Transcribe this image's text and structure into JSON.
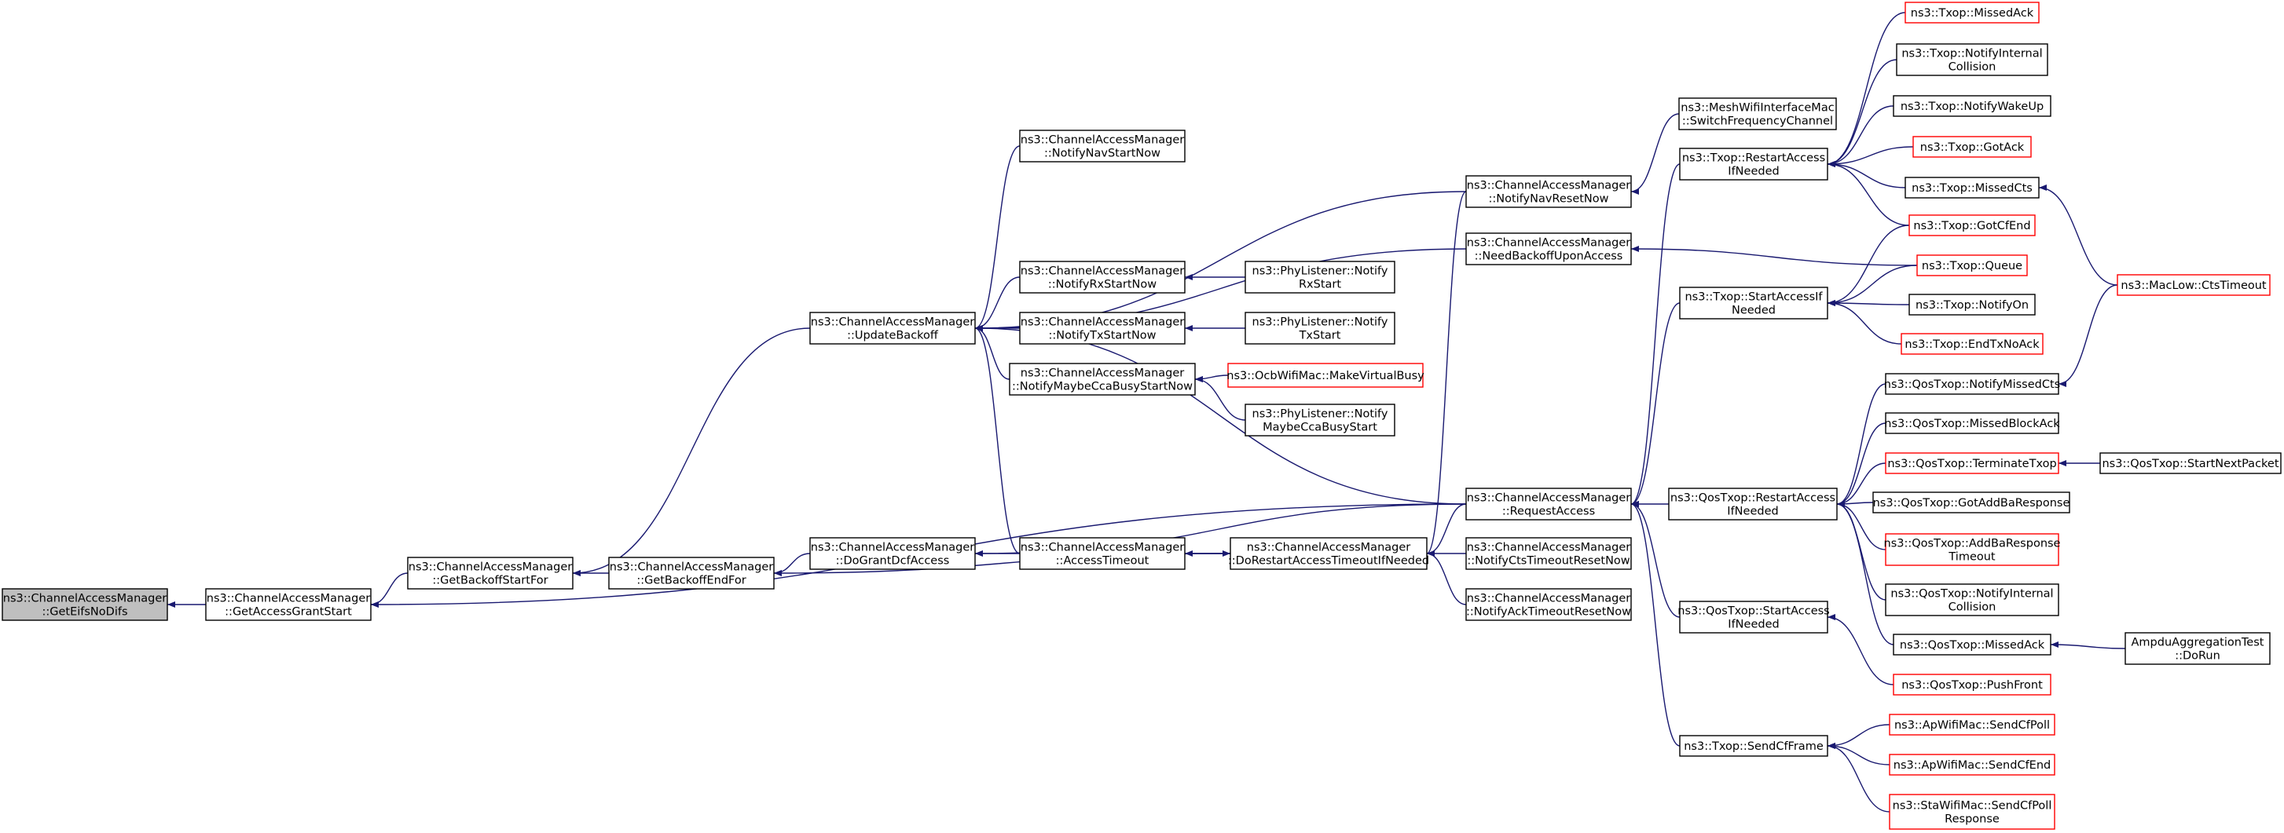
{
  "colors": {
    "edge": "#191970",
    "node_border": "#000000",
    "truncated_border": "#ff0000",
    "root_fill": "#bfbfbf",
    "background": "#ffffff"
  },
  "nodes": [
    {
      "id": "getEifs",
      "lines": [
        "ns3::ChannelAccessManager",
        "::GetEifsNoDifs"
      ],
      "style": "root"
    },
    {
      "id": "getAccessGrantStart",
      "lines": [
        "ns3::ChannelAccessManager",
        "::GetAccessGrantStart"
      ],
      "style": "normal"
    },
    {
      "id": "getBackoffStartFor",
      "lines": [
        "ns3::ChannelAccessManager",
        "::GetBackoffStartFor"
      ],
      "style": "normal"
    },
    {
      "id": "getBackoffEndFor",
      "lines": [
        "ns3::ChannelAccessManager",
        "::GetBackoffEndFor"
      ],
      "style": "normal"
    },
    {
      "id": "updateBackoff",
      "lines": [
        "ns3::ChannelAccessManager",
        "::UpdateBackoff"
      ],
      "style": "normal"
    },
    {
      "id": "doGrantDcfAccess",
      "lines": [
        "ns3::ChannelAccessManager",
        "::DoGrantDcfAccess"
      ],
      "style": "normal"
    },
    {
      "id": "notifyNavStartNow",
      "lines": [
        "ns3::ChannelAccessManager",
        "::NotifyNavStartNow"
      ],
      "style": "normal"
    },
    {
      "id": "notifyRxStartNow",
      "lines": [
        "ns3::ChannelAccessManager",
        "::NotifyRxStartNow"
      ],
      "style": "normal"
    },
    {
      "id": "notifyTxStartNow",
      "lines": [
        "ns3::ChannelAccessManager",
        "::NotifyTxStartNow"
      ],
      "style": "normal"
    },
    {
      "id": "notifyMaybeCcaBusy",
      "lines": [
        "ns3::ChannelAccessManager",
        "::NotifyMaybeCcaBusyStartNow"
      ],
      "style": "normal"
    },
    {
      "id": "accessTimeout",
      "lines": [
        "ns3::ChannelAccessManager",
        "::AccessTimeout"
      ],
      "style": "normal"
    },
    {
      "id": "phyRxStart",
      "lines": [
        "ns3::PhyListener::Notify",
        "RxStart"
      ],
      "style": "normal"
    },
    {
      "id": "phyTxStart",
      "lines": [
        "ns3::PhyListener::Notify",
        "TxStart"
      ],
      "style": "normal"
    },
    {
      "id": "ocbMakeVirtualBusy",
      "lines": [
        "ns3::OcbWifiMac::MakeVirtualBusy"
      ],
      "style": "red"
    },
    {
      "id": "phyMaybeCcaBusyStart",
      "lines": [
        "ns3::PhyListener::Notify",
        "MaybeCcaBusyStart"
      ],
      "style": "normal"
    },
    {
      "id": "doRestartAccessTimeout",
      "lines": [
        "ns3::ChannelAccessManager",
        "::DoRestartAccessTimeoutIfNeeded"
      ],
      "style": "normal"
    },
    {
      "id": "notifyNavResetNow",
      "lines": [
        "ns3::ChannelAccessManager",
        "::NotifyNavResetNow"
      ],
      "style": "normal"
    },
    {
      "id": "needBackoffUponAccess",
      "lines": [
        "ns3::ChannelAccessManager",
        "::NeedBackoffUponAccess"
      ],
      "style": "normal"
    },
    {
      "id": "requestAccess",
      "lines": [
        "ns3::ChannelAccessManager",
        "::RequestAccess"
      ],
      "style": "normal"
    },
    {
      "id": "notifyCtsTimeoutResetNow",
      "lines": [
        "ns3::ChannelAccessManager",
        "::NotifyCtsTimeoutResetNow"
      ],
      "style": "normal"
    },
    {
      "id": "notifyAckTimeoutResetNow",
      "lines": [
        "ns3::ChannelAccessManager",
        "::NotifyAckTimeoutResetNow"
      ],
      "style": "normal"
    },
    {
      "id": "meshSwitchFreq",
      "lines": [
        "ns3::MeshWifiInterfaceMac",
        "::SwitchFrequencyChannel"
      ],
      "style": "normal"
    },
    {
      "id": "txopRestartAccess",
      "lines": [
        "ns3::Txop::RestartAccess",
        "IfNeeded"
      ],
      "style": "normal"
    },
    {
      "id": "txopStartAccess",
      "lines": [
        "ns3::Txop::StartAccessIf",
        "Needed"
      ],
      "style": "normal"
    },
    {
      "id": "qosRestartAccess",
      "lines": [
        "ns3::QosTxop::RestartAccess",
        "IfNeeded"
      ],
      "style": "normal"
    },
    {
      "id": "qosStartAccess",
      "lines": [
        "ns3::QosTxop::StartAccess",
        "IfNeeded"
      ],
      "style": "normal"
    },
    {
      "id": "txopSendCfFrame",
      "lines": [
        "ns3::Txop::SendCfFrame"
      ],
      "style": "normal"
    },
    {
      "id": "txopMissedAck",
      "lines": [
        "ns3::Txop::MissedAck"
      ],
      "style": "red"
    },
    {
      "id": "txopNotifyInternalCollision",
      "lines": [
        "ns3::Txop::NotifyInternal",
        "Collision"
      ],
      "style": "normal"
    },
    {
      "id": "txopNotifyWakeUp",
      "lines": [
        "ns3::Txop::NotifyWakeUp"
      ],
      "style": "normal"
    },
    {
      "id": "txopGotAck",
      "lines": [
        "ns3::Txop::GotAck"
      ],
      "style": "red"
    },
    {
      "id": "txopMissedCts",
      "lines": [
        "ns3::Txop::MissedCts"
      ],
      "style": "normal"
    },
    {
      "id": "txopGotCfEnd",
      "lines": [
        "ns3::Txop::GotCfEnd"
      ],
      "style": "red"
    },
    {
      "id": "txopQueue",
      "lines": [
        "ns3::Txop::Queue"
      ],
      "style": "red"
    },
    {
      "id": "txopNotifyOn",
      "lines": [
        "ns3::Txop::NotifyOn"
      ],
      "style": "normal"
    },
    {
      "id": "txopEndTxNoAck",
      "lines": [
        "ns3::Txop::EndTxNoAck"
      ],
      "style": "red"
    },
    {
      "id": "qosNotifyMissedCts",
      "lines": [
        "ns3::QosTxop::NotifyMissedCts"
      ],
      "style": "normal"
    },
    {
      "id": "qosMissedBlockAck",
      "lines": [
        "ns3::QosTxop::MissedBlockAck"
      ],
      "style": "normal"
    },
    {
      "id": "qosTerminateTxop",
      "lines": [
        "ns3::QosTxop::TerminateTxop"
      ],
      "style": "red"
    },
    {
      "id": "qosGotAddBaResponse",
      "lines": [
        "ns3::QosTxop::GotAddBaResponse"
      ],
      "style": "normal"
    },
    {
      "id": "qosAddBaResponseTimeout",
      "lines": [
        "ns3::QosTxop::AddBaResponse",
        "Timeout"
      ],
      "style": "red"
    },
    {
      "id": "qosNotifyInternalCollision",
      "lines": [
        "ns3::QosTxop::NotifyInternal",
        "Collision"
      ],
      "style": "normal"
    },
    {
      "id": "qosMissedAck",
      "lines": [
        "ns3::QosTxop::MissedAck"
      ],
      "style": "normal"
    },
    {
      "id": "qosPushFront",
      "lines": [
        "ns3::QosTxop::PushFront"
      ],
      "style": "red"
    },
    {
      "id": "apSendCfPoll",
      "lines": [
        "ns3::ApWifiMac::SendCfPoll"
      ],
      "style": "red"
    },
    {
      "id": "apSendCfEnd",
      "lines": [
        "ns3::ApWifiMac::SendCfEnd"
      ],
      "style": "red"
    },
    {
      "id": "staSendCfPollResponse",
      "lines": [
        "ns3::StaWifiMac::SendCfPoll",
        "Response"
      ],
      "style": "red"
    },
    {
      "id": "macLowCtsTimeout",
      "lines": [
        "ns3::MacLow::CtsTimeout"
      ],
      "style": "red"
    },
    {
      "id": "qosStartNextPacket",
      "lines": [
        "ns3::QosTxop::StartNextPacket"
      ],
      "style": "normal"
    },
    {
      "id": "ampduDoRun",
      "lines": [
        "AmpduAggregationTest",
        "::DoRun"
      ],
      "style": "normal"
    }
  ],
  "edges": [
    [
      "getEifs",
      "getAccessGrantStart"
    ],
    [
      "getAccessGrantStart",
      "getBackoffStartFor"
    ],
    [
      "getAccessGrantStart",
      "requestAccess"
    ],
    [
      "getBackoffStartFor",
      "getBackoffEndFor"
    ],
    [
      "getBackoffStartFor",
      "updateBackoff"
    ],
    [
      "getBackoffEndFor",
      "doGrantDcfAccess"
    ],
    [
      "getBackoffEndFor",
      "doRestartAccessTimeout"
    ],
    [
      "doGrantDcfAccess",
      "accessTimeout"
    ],
    [
      "doGrantDcfAccess",
      "requestAccess"
    ],
    [
      "updateBackoff",
      "notifyNavStartNow"
    ],
    [
      "updateBackoff",
      "notifyRxStartNow"
    ],
    [
      "updateBackoff",
      "notifyTxStartNow"
    ],
    [
      "updateBackoff",
      "notifyMaybeCcaBusy"
    ],
    [
      "updateBackoff",
      "accessTimeout"
    ],
    [
      "updateBackoff",
      "notifyNavResetNow"
    ],
    [
      "updateBackoff",
      "needBackoffUponAccess"
    ],
    [
      "updateBackoff",
      "requestAccess"
    ],
    [
      "notifyRxStartNow",
      "phyRxStart"
    ],
    [
      "notifyTxStartNow",
      "phyTxStart"
    ],
    [
      "notifyMaybeCcaBusy",
      "ocbMakeVirtualBusy"
    ],
    [
      "notifyMaybeCcaBusy",
      "phyMaybeCcaBusyStart"
    ],
    [
      "accessTimeout",
      "doRestartAccessTimeout"
    ],
    [
      "doRestartAccessTimeout",
      "accessTimeout"
    ],
    [
      "doRestartAccessTimeout",
      "notifyNavResetNow"
    ],
    [
      "doRestartAccessTimeout",
      "requestAccess"
    ],
    [
      "doRestartAccessTimeout",
      "notifyCtsTimeoutResetNow"
    ],
    [
      "doRestartAccessTimeout",
      "notifyAckTimeoutResetNow"
    ],
    [
      "notifyNavResetNow",
      "meshSwitchFreq"
    ],
    [
      "needBackoffUponAccess",
      "txopQueue"
    ],
    [
      "requestAccess",
      "txopRestartAccess"
    ],
    [
      "requestAccess",
      "txopStartAccess"
    ],
    [
      "requestAccess",
      "qosRestartAccess"
    ],
    [
      "requestAccess",
      "qosStartAccess"
    ],
    [
      "requestAccess",
      "txopSendCfFrame"
    ],
    [
      "txopRestartAccess",
      "txopMissedAck"
    ],
    [
      "txopRestartAccess",
      "txopNotifyInternalCollision"
    ],
    [
      "txopRestartAccess",
      "txopNotifyWakeUp"
    ],
    [
      "txopRestartAccess",
      "txopGotAck"
    ],
    [
      "txopRestartAccess",
      "txopMissedCts"
    ],
    [
      "txopRestartAccess",
      "txopGotCfEnd"
    ],
    [
      "txopMissedCts",
      "macLowCtsTimeout"
    ],
    [
      "txopStartAccess",
      "txopGotCfEnd"
    ],
    [
      "txopStartAccess",
      "txopQueue"
    ],
    [
      "txopStartAccess",
      "txopNotifyOn"
    ],
    [
      "txopStartAccess",
      "txopEndTxNoAck"
    ],
    [
      "qosRestartAccess",
      "qosNotifyMissedCts"
    ],
    [
      "qosRestartAccess",
      "qosMissedBlockAck"
    ],
    [
      "qosRestartAccess",
      "qosTerminateTxop"
    ],
    [
      "qosRestartAccess",
      "qosGotAddBaResponse"
    ],
    [
      "qosRestartAccess",
      "qosAddBaResponseTimeout"
    ],
    [
      "qosRestartAccess",
      "qosNotifyInternalCollision"
    ],
    [
      "qosRestartAccess",
      "qosMissedAck"
    ],
    [
      "qosNotifyMissedCts",
      "macLowCtsTimeout"
    ],
    [
      "qosTerminateTxop",
      "qosStartNextPacket"
    ],
    [
      "qosMissedAck",
      "ampduDoRun"
    ],
    [
      "qosStartAccess",
      "qosPushFront"
    ],
    [
      "txopSendCfFrame",
      "apSendCfPoll"
    ],
    [
      "txopSendCfFrame",
      "apSendCfEnd"
    ],
    [
      "txopSendCfFrame",
      "staSendCfPollResponse"
    ]
  ]
}
